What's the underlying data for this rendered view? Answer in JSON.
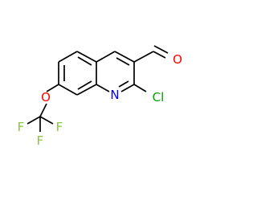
{
  "molecule": {
    "atoms": {
      "oxygen_aldehyde": {
        "symbol": "O",
        "color": "#ff0000"
      },
      "nitrogen_ring": {
        "symbol": "N",
        "color": "#0000ff"
      },
      "chlorine": {
        "symbol": "Cl",
        "color": "#00a000"
      },
      "oxygen_ether": {
        "symbol": "O",
        "color": "#ff0000"
      },
      "fluorine_left": {
        "symbol": "F",
        "color": "#8ac43f"
      },
      "fluorine_right": {
        "symbol": "F",
        "color": "#8ac43f"
      },
      "fluorine_bottom": {
        "symbol": "F",
        "color": "#8ac43f"
      }
    },
    "bond_color": "#000000"
  }
}
